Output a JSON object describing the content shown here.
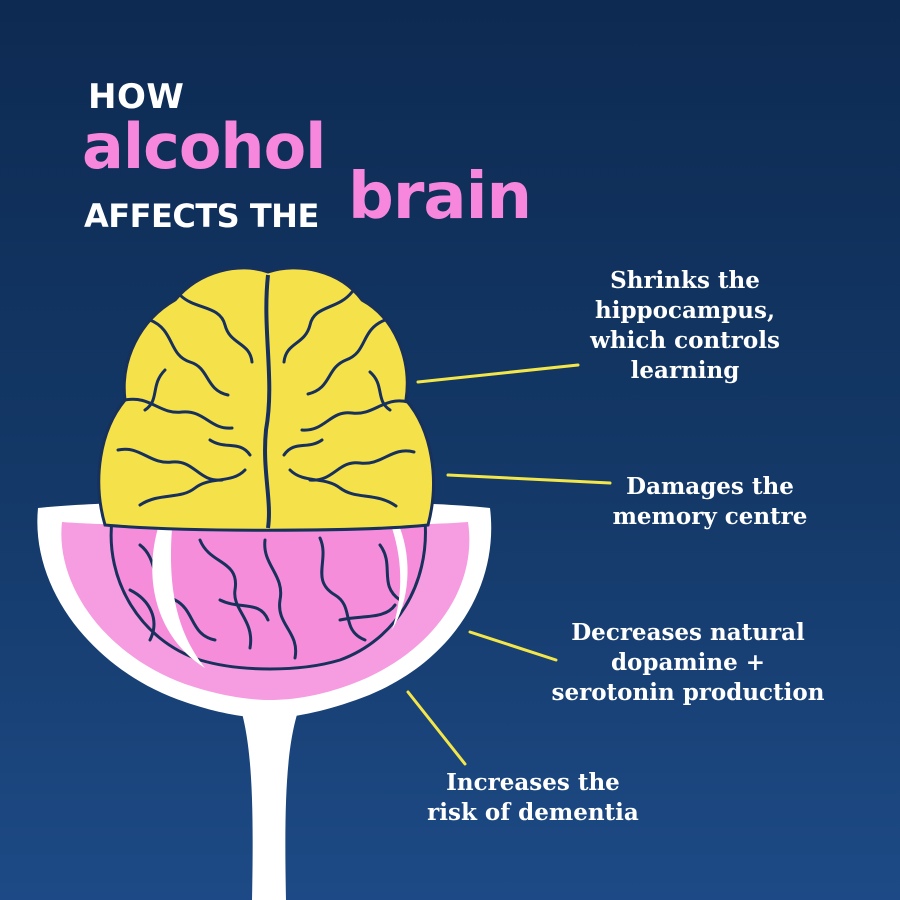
{
  "title": {
    "line1": "HOW",
    "line2": "alcohol",
    "line3": "AFFECTS THE",
    "line4": "brain"
  },
  "callouts": [
    {
      "lines": [
        "Shrinks the",
        "hippocampus,",
        "which controls",
        "learning"
      ]
    },
    {
      "lines": [
        "Damages the",
        "memory centre"
      ]
    },
    {
      "lines": [
        "Decreases natural",
        "dopamine +",
        "serotonin production"
      ]
    },
    {
      "lines": [
        "Increases the",
        "risk of dementia"
      ]
    }
  ],
  "colors": {
    "background_top": "#0d2a52",
    "background_bottom": "#1d4a86",
    "accent_pink": "#f787dc",
    "brain_yellow": "#f5e24a",
    "glass_white": "#ffffff",
    "outline_navy": "#17305c",
    "leader_line": "#f3e64a"
  },
  "illustration": {
    "subject": "brain-in-cocktail-glass-icon"
  }
}
